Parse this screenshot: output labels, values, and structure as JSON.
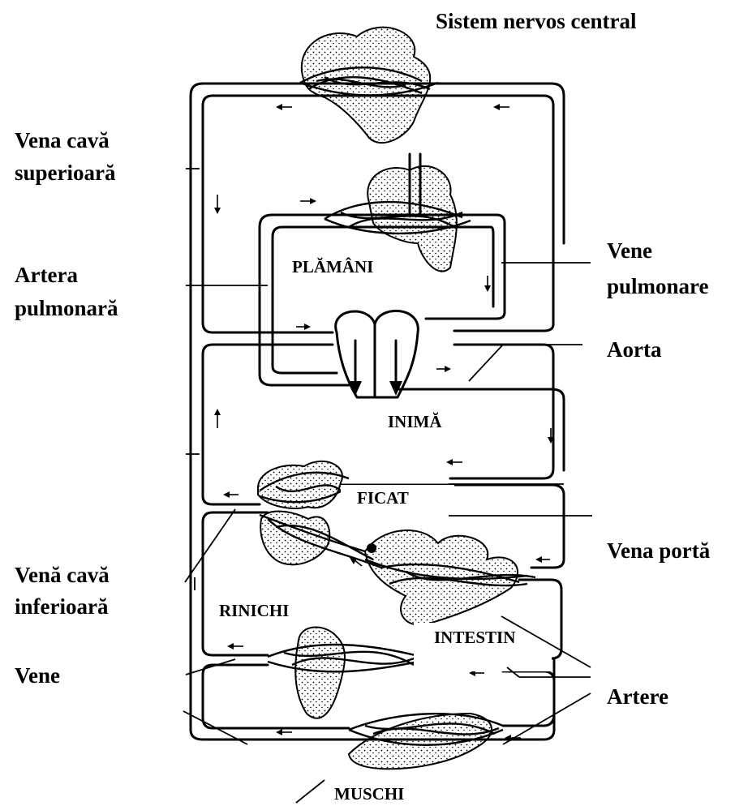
{
  "labels": {
    "cns": "Sistem nervos central",
    "vena_cava_superioara_1": "Vena cavă",
    "vena_cava_superioara_2": "superioară",
    "artera_pulmonara_1": "Artera",
    "artera_pulmonara_2": "pulmonară",
    "vene_pulmonare_1": "Vene",
    "vene_pulmonare_2": "pulmonare",
    "aorta": "Aorta",
    "vena_porta": "Vena portă",
    "vena_cava_inferioara_1": "Venă cavă",
    "vena_cava_inferioara_2": "inferioară",
    "vene": "Vene",
    "artere": "Artere"
  },
  "organs": {
    "plamani": "PLĂMÂNI",
    "inima": "INIMĂ",
    "ficat": "FICAT",
    "rinichi": "RINICHI",
    "intestin": "INTESTIN",
    "muschi": "MUSCHI"
  }
}
